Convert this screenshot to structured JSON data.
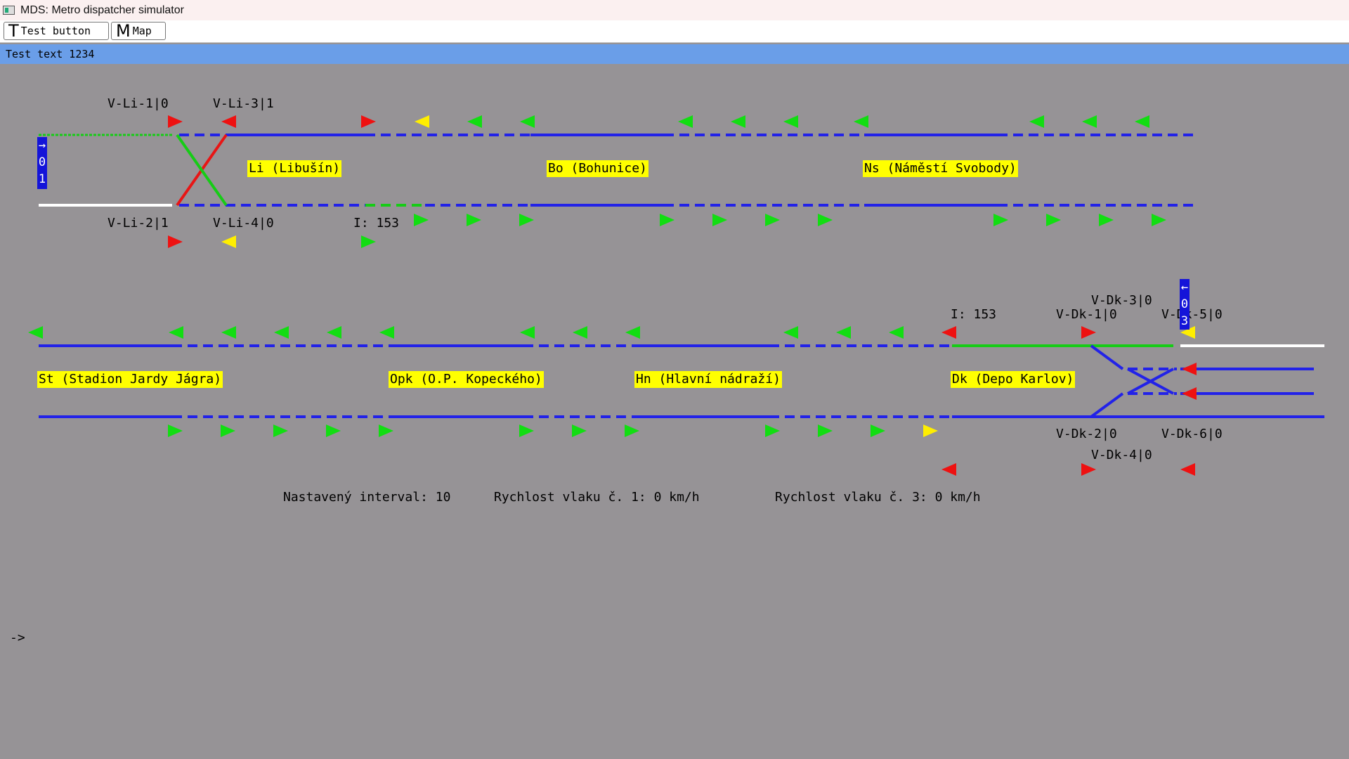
{
  "window": {
    "title": "MDS: Metro dispatcher simulator"
  },
  "toolbar": {
    "buttons": [
      {
        "glyph": "T",
        "label": "Test button"
      },
      {
        "glyph": "M",
        "label": "Map"
      }
    ]
  },
  "status": {
    "text": "Test text 1234"
  },
  "stations": {
    "li": "Li (Libušín)",
    "bo": "Bo (Bohunice)",
    "ns": "Ns (Náměstí Svobody)",
    "st": "St (Stadion Jardy Jágra)",
    "opk": "Opk (O.P. Kopeckého)",
    "hn": "Hn (Hlavní nádraží)",
    "dk": "Dk (Depo Karlov)"
  },
  "switches": {
    "li1": "V-Li-1|0",
    "li2": "V-Li-2|1",
    "li3": "V-Li-3|1",
    "li4": "V-Li-4|0",
    "dk1": "V-Dk-1|0",
    "dk2": "V-Dk-2|0",
    "dk3": "V-Dk-3|0",
    "dk4": "V-Dk-4|0",
    "dk5": "V-Dk-5|0",
    "dk6": "V-Dk-6|0"
  },
  "intervals": {
    "top": "I: 153",
    "bottom": "I: 153"
  },
  "trains": [
    {
      "arrow": "→",
      "digits": [
        "0",
        "1"
      ]
    },
    {
      "arrow": "←",
      "digits": [
        "0",
        "3"
      ]
    }
  ],
  "info": {
    "interval": "Nastavený interval: 10",
    "speed1": "Rychlost vlaku č. 1: 0 km/h",
    "speed3": "Rychlost vlaku č. 3: 0 km/h"
  },
  "prompt": "->",
  "colors": {
    "track": "#2222e8",
    "occupied": "#16cc16",
    "reserved": "#ffffff",
    "switch_red": "#e81515",
    "signal_green": "#12dd12",
    "signal_red": "#ee1111",
    "signal_yellow": "#ffee00",
    "label_bg": "#ffff00",
    "background": "#969396"
  }
}
